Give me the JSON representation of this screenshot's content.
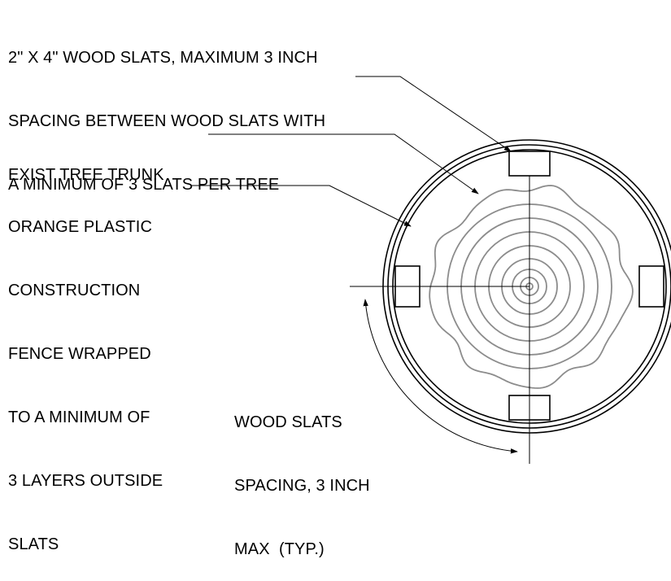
{
  "notes": {
    "slats": [
      "2\" X 4\" WOOD SLATS, MAXIMUM 3 INCH",
      "SPACING BETWEEN WOOD SLATS WITH",
      "A MINIMUM OF 3 SLATS PER TREE"
    ],
    "trunk": [
      "EXIST TREE TRUNK"
    ],
    "fence": [
      "ORANGE PLASTIC",
      "CONSTRUCTION",
      "FENCE WRAPPED",
      "TO A MINIMUM OF",
      "3 LAYERS OUTSIDE",
      "SLATS"
    ],
    "spacing": [
      "WOOD SLATS",
      "SPACING, 3 INCH",
      "MAX  (TYP.)"
    ]
  },
  "colors": {
    "line": "#000000",
    "trunk_rings": "#8c8c8c"
  }
}
